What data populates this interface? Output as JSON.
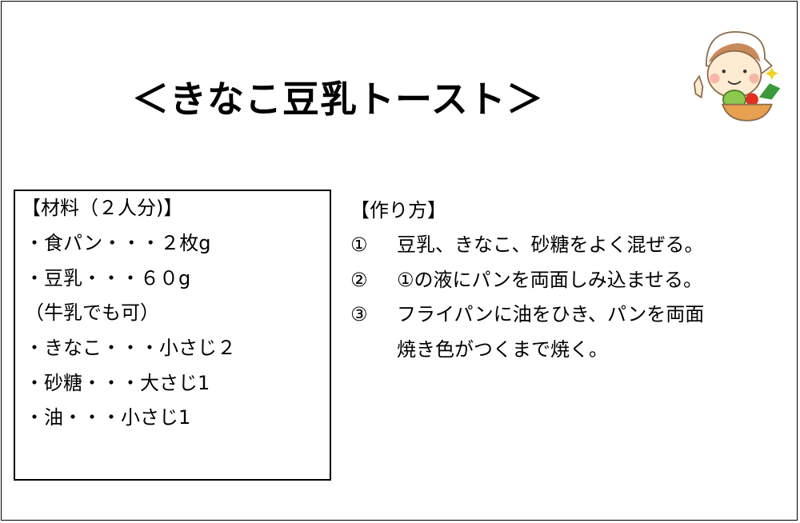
{
  "title": "＜きなこ豆乳トースト＞",
  "ingredients": {
    "header": "【材料（２人分)】",
    "items": [
      "・食パン・・・２枚g",
      "・豆乳・・・６０g",
      "（牛乳でも可）",
      "・きなこ・・・小さじ２",
      "・砂糖・・・大さじ1",
      "・油・・・小さじ1"
    ]
  },
  "steps": {
    "header": "【作り方】",
    "items": [
      {
        "num": "①",
        "text": "豆乳、きなこ、砂糖をよく混ぜる。"
      },
      {
        "num": "②",
        "text": "①の液にパンを両面しみ込ませる。"
      },
      {
        "num": "③",
        "text": "フライパンに油をひき、パンを両面"
      },
      {
        "num": "",
        "text": "焼き色がつくまで焼く。"
      }
    ]
  },
  "illustration": "cook-girl-with-vegetables"
}
